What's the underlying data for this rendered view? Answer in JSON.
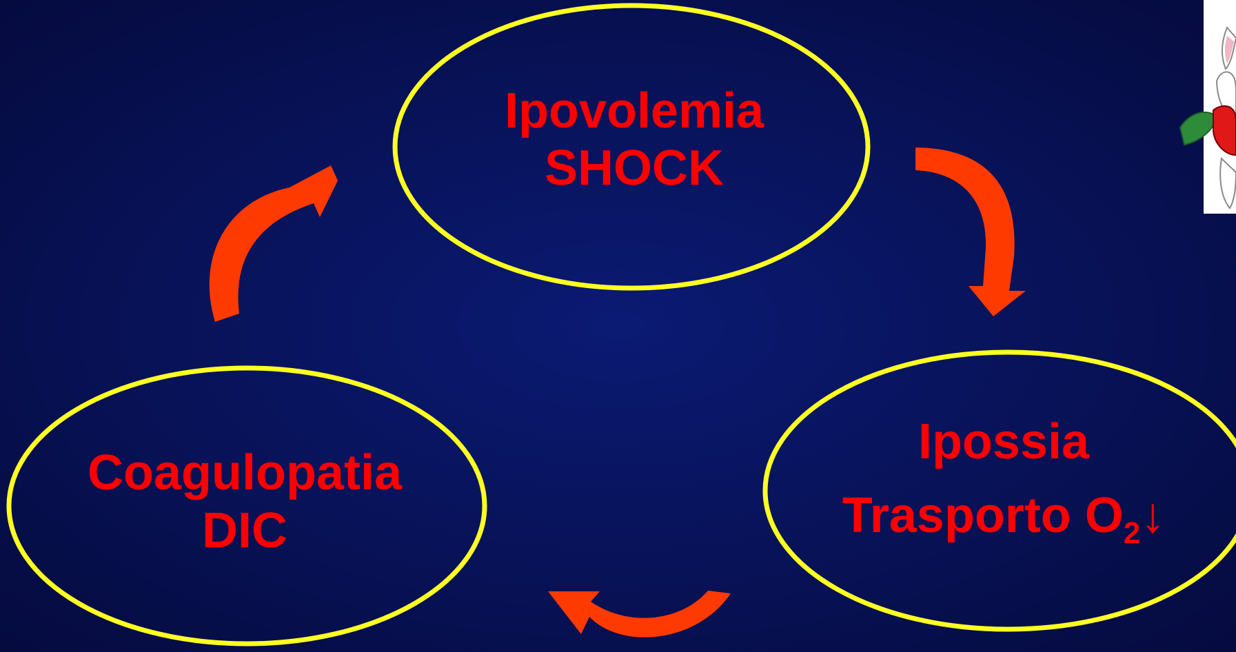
{
  "slide": {
    "background_center": "#0b1a73",
    "background_edge": "#050b3f",
    "node_border_color": "#ffff22",
    "text_color": "#ff0000",
    "arrow_color": "#ff3a00"
  },
  "nodes": [
    {
      "id": "top",
      "line1": "Ipovolemia",
      "line2": "SHOCK"
    },
    {
      "id": "right",
      "line1": "Ipossia",
      "line2_main": "Trasporto O",
      "line2_sub": "2",
      "line2_arrow": "↓"
    },
    {
      "id": "left",
      "line1": "Coagulopatia",
      "line2": "DIC"
    }
  ],
  "corner_image": {
    "icon": "cartoon-rabbit-mascot-icon"
  }
}
